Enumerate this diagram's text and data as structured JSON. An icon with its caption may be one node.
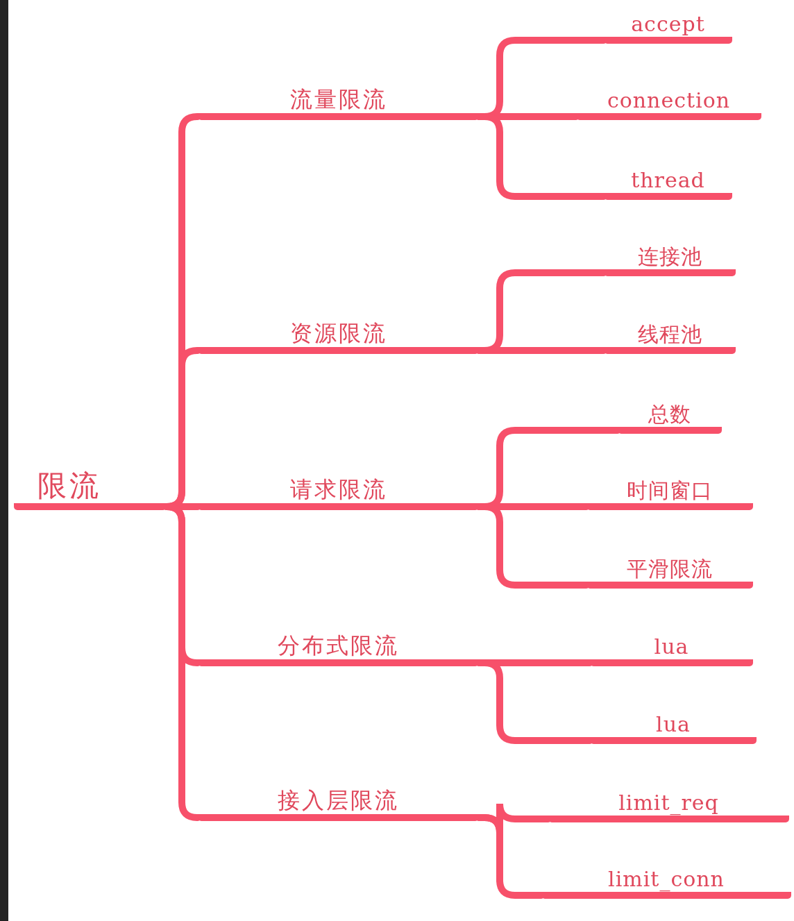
{
  "diagram": {
    "nodes": [
      {
        "text": [
          "限流"
        ]
      },
      {
        "text": [
          "流量限流"
        ]
      },
      {
        "text": [
          "accept"
        ]
      },
      {
        "text": [
          "connection"
        ]
      },
      {
        "text": [
          "thread"
        ]
      },
      {
        "text": [
          "资源限流"
        ]
      },
      {
        "text": [
          "连接池"
        ]
      },
      {
        "text": [
          "线程池"
        ]
      },
      {
        "text": [
          "请求限流"
        ]
      },
      {
        "text": [
          "总数"
        ]
      },
      {
        "text": [
          "时间窗口"
        ]
      },
      {
        "text": [
          "平滑限流"
        ]
      },
      {
        "text": [
          "分布式限流"
        ]
      },
      {
        "text": [
          "lua"
        ]
      },
      {
        "text": [
          "lua"
        ]
      },
      {
        "text": [
          "接入层限流"
        ]
      },
      {
        "text": [
          "limit_req"
        ]
      },
      {
        "text": [
          "limit_conn"
        ]
      }
    ],
    "edges": [
      {
        "from": 0,
        "to": 1,
        "arrow": "none"
      },
      {
        "from": 0,
        "to": 5,
        "arrow": "none"
      },
      {
        "from": 0,
        "to": 8,
        "arrow": "none"
      },
      {
        "from": 0,
        "to": 12,
        "arrow": "none"
      },
      {
        "from": 0,
        "to": 15,
        "arrow": "none"
      },
      {
        "from": 1,
        "to": 2,
        "arrow": "none"
      },
      {
        "from": 1,
        "to": 3,
        "arrow": "none"
      },
      {
        "from": 1,
        "to": 4,
        "arrow": "none"
      },
      {
        "from": 5,
        "to": 6,
        "arrow": "none"
      },
      {
        "from": 5,
        "to": 7,
        "arrow": "none"
      },
      {
        "from": 8,
        "to": 9,
        "arrow": "none"
      },
      {
        "from": 8,
        "to": 10,
        "arrow": "none"
      },
      {
        "from": 8,
        "to": 11,
        "arrow": "none"
      },
      {
        "from": 12,
        "to": 13,
        "arrow": "none"
      },
      {
        "from": 12,
        "to": 14,
        "arrow": "none"
      },
      {
        "from": 15,
        "to": 16,
        "arrow": "none"
      },
      {
        "from": 15,
        "to": 17,
        "arrow": "none"
      }
    ]
  }
}
